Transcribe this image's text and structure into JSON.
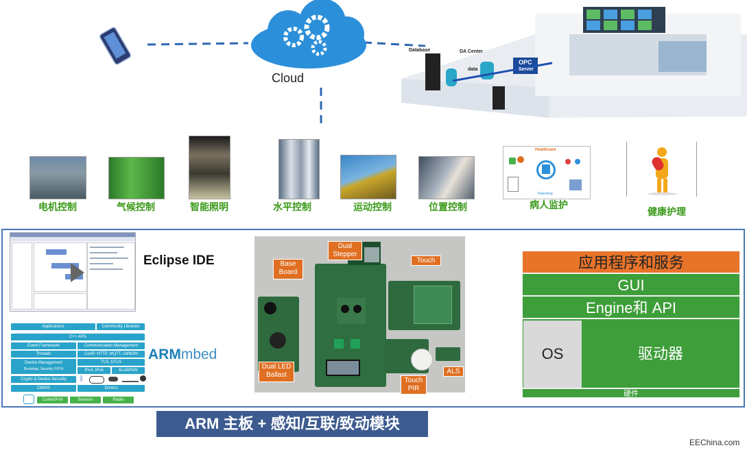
{
  "cloud": {
    "label": "Cloud"
  },
  "plant": {
    "database": "Database",
    "da_center": "DA Center",
    "data": "data",
    "opc": "OPC",
    "server": "Server"
  },
  "applications": [
    "电机控制",
    "气候控制",
    "智能照明",
    "水平控制",
    "运动控制",
    "位置控制",
    "病人监护",
    "健康护理"
  ],
  "healthcare": {
    "title": "Healthcare",
    "reporting": "Reporting"
  },
  "ide": {
    "label": "Eclipse IDE"
  },
  "mbed": {
    "logo_arm": "ARM",
    "logo_mbed": "mbed",
    "rows": {
      "applications": "Applications",
      "community": "Community Libraries",
      "cpp": "C++ APIs",
      "event": "Event Framework",
      "comm": "Communication Management",
      "threads": "Threads",
      "coap": "CoAP, HTTP, MQTT, LWM2M",
      "tls": "TLS, DTLS",
      "device": "Device Management",
      "device_sub": "Bootstrap, Security, FOTA",
      "ipv": "IPv4, IPv6",
      "lowpan": "6LoWPAN",
      "crypto": "Crypto & Device Security",
      "cmsis": "CMSIS",
      "drivers": "Drivers",
      "cortex": "Cortex®-M",
      "sensors": "Sensors",
      "radio": "Radio"
    },
    "radio_icons": [
      "bluetooth-icon",
      "wifi-icon",
      "zigbee-icon",
      "thread-icon"
    ]
  },
  "hardware_tags": {
    "base_board": "Base Board",
    "dual_stepper": "Dual Stepper",
    "touch": "Touch",
    "dual_led": "Dual LED Ballast",
    "touch_pir": "Touch PIR",
    "als": "ALS"
  },
  "stack": {
    "services": "应用程序和服务",
    "gui": "GUI",
    "engine": "Engine和 API",
    "os": "OS",
    "drivers": "驱动器",
    "hardware": "硬件"
  },
  "colors": {
    "orange": "#e8742a",
    "green": "#3e9e3a",
    "blue_border": "#4a76b4",
    "banner": "#3d5b8f",
    "label_green": "#3a9a1a"
  },
  "banner": {
    "text": "ARM 主板 + 感知/互联/致动模块"
  },
  "watermark": {
    "text": "EEChina.com"
  }
}
